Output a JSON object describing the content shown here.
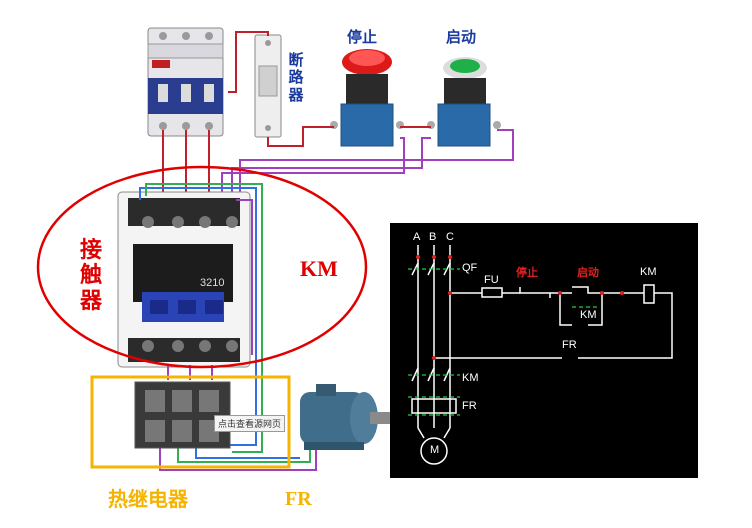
{
  "labels": {
    "breaker_vertical": [
      "断",
      "路",
      "器"
    ],
    "stop_button": "停止",
    "start_button": "启动",
    "contactor_vertical": [
      "接",
      "触",
      "器"
    ],
    "contactor_model": "3210",
    "contactor_code": "KM",
    "thermal_relay": "热继电器",
    "thermal_code": "FR",
    "tooltip": "点击查看源网页"
  },
  "schematic": {
    "phases": [
      "A",
      "B",
      "C"
    ],
    "breaker": "QF",
    "fuse": "FU",
    "stop": "停止",
    "start": "启动",
    "coil": "KM",
    "hold_contact": "KM",
    "fr_contact": "FR",
    "main_contact": "KM",
    "heater": "FR",
    "motor": "M"
  },
  "colors": {
    "label_red": "#e00000",
    "label_blue": "#1a3a9e",
    "label_orange": "#f4b400",
    "wire_red": "#c0202a",
    "wire_purple": "#a040c0",
    "wire_blue": "#3070e0",
    "wire_green": "#30b050",
    "schematic_green": "#22cc44",
    "schematic_bg": "#000000"
  }
}
